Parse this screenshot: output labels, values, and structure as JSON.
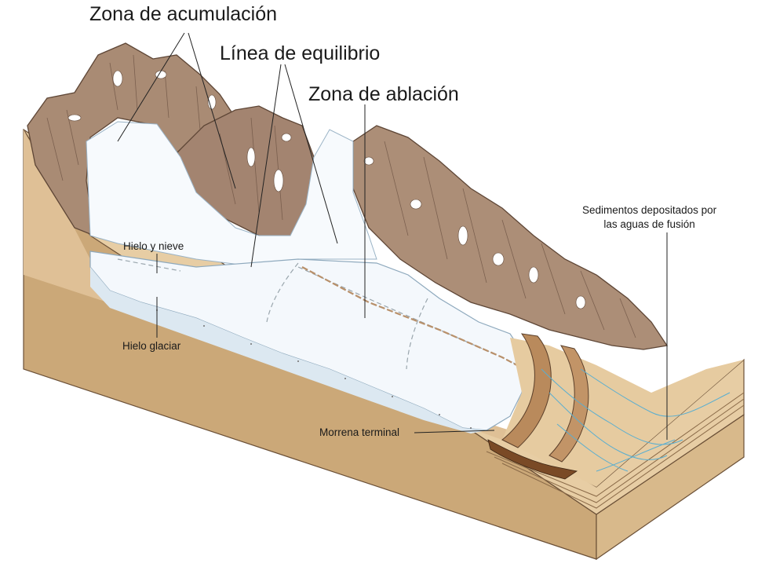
{
  "labels": {
    "accumulation_zone": "Zona de acumulación",
    "equilibrium_line": "Línea de equilibrio",
    "ablation_zone": "Zona de ablación",
    "ice_and_snow": "Hielo y nieve",
    "glacier_ice": "Hielo glaciar",
    "terminal_moraine": "Morrena terminal",
    "meltwater_sediments_line1": "Sedimentos depositados por",
    "meltwater_sediments_line2": "las aguas de fusión"
  },
  "colors": {
    "rock": "#a98b74",
    "rock_dark": "#7d6250",
    "ground_top": "#e4c9a0",
    "ground_side": "#c9a577",
    "ice": "#f6f9fc",
    "ice_blue": "#c9dbe8",
    "meltwater": "#5aaed0",
    "moraine": "#b07a4a"
  }
}
